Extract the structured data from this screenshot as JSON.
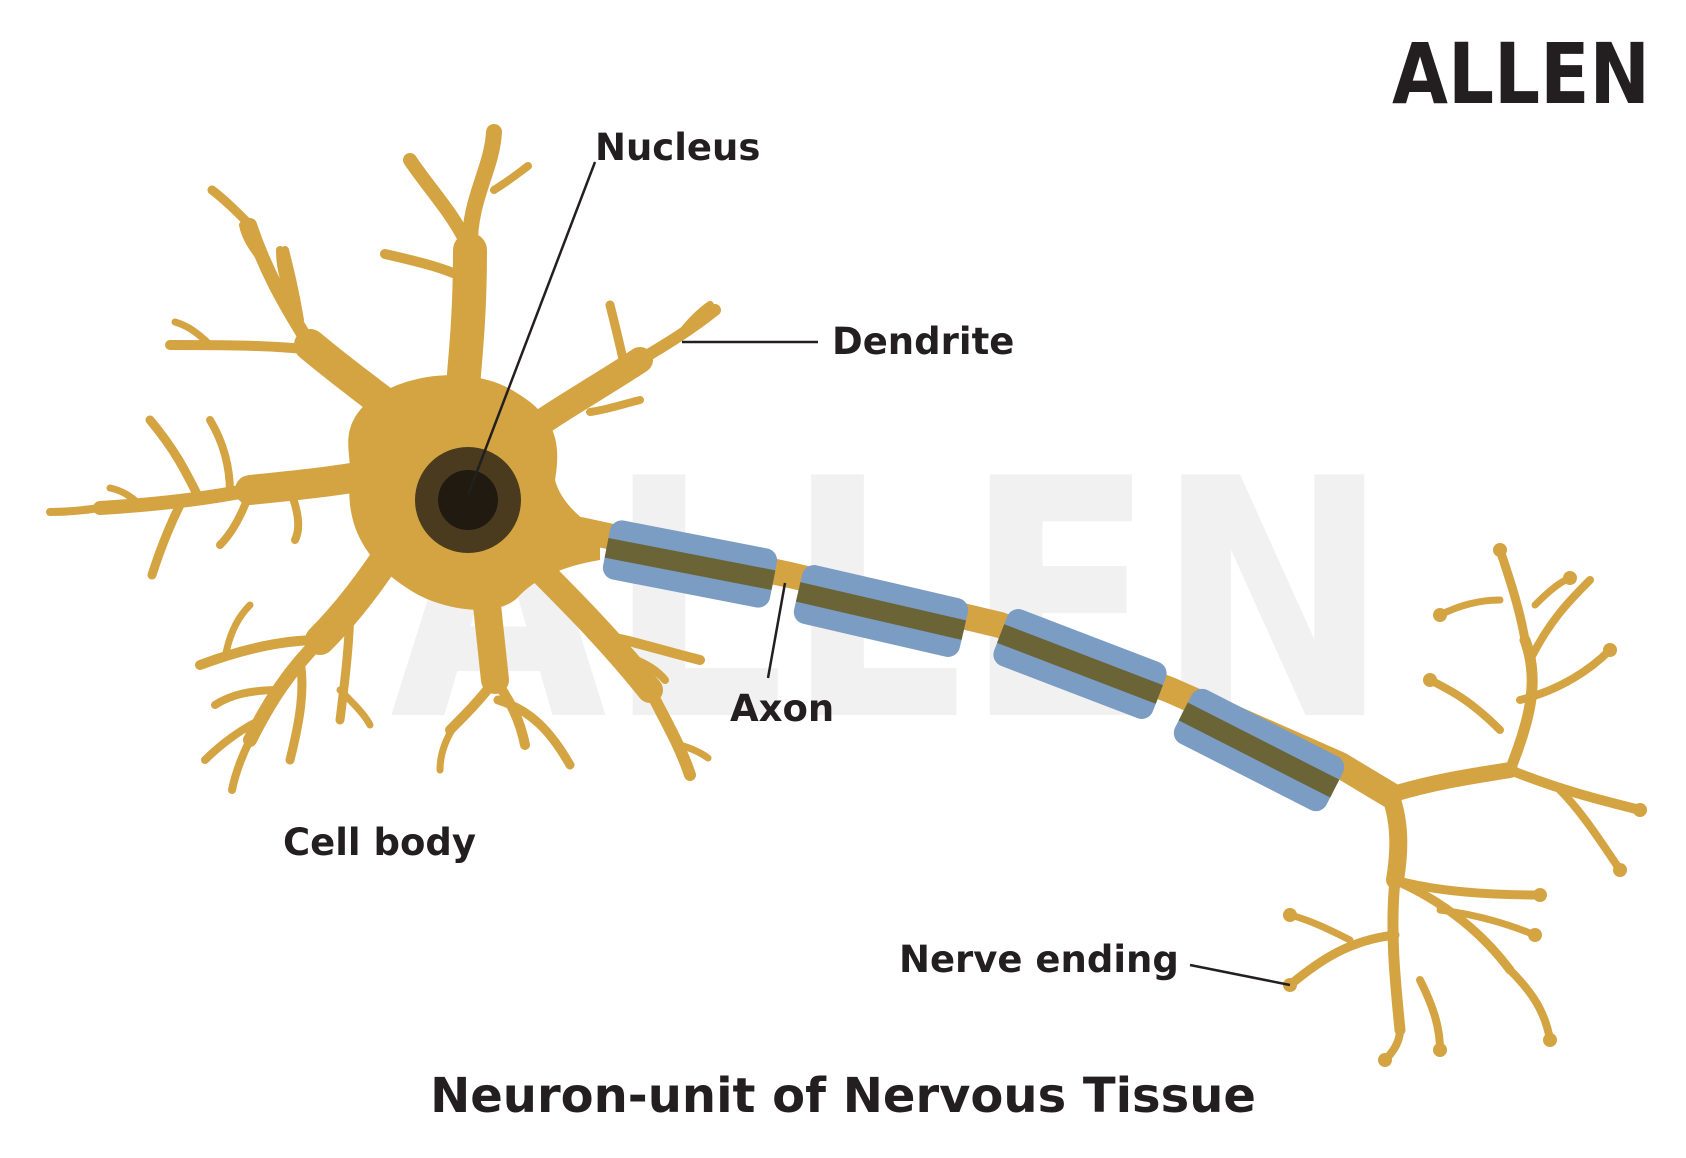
{
  "logo": {
    "text": "ALLEN",
    "color": "#231f20"
  },
  "watermark": {
    "text": "ALLEN",
    "color": "#f0f0f0"
  },
  "title": "Neuron-unit of Nervous Tissue",
  "labels": {
    "nucleus": "Nucleus",
    "dendrite": "Dendrite",
    "axon": "Axon",
    "cell_body": "Cell body",
    "nerve_ending": "Nerve ending"
  },
  "colors": {
    "neuron": "#d4a443",
    "myelin": "#7b9cc3",
    "axon_core": "#6b6436",
    "nucleus_outer": "#4a3b1f",
    "nucleus_inner": "#201a10",
    "text": "#231f20"
  }
}
